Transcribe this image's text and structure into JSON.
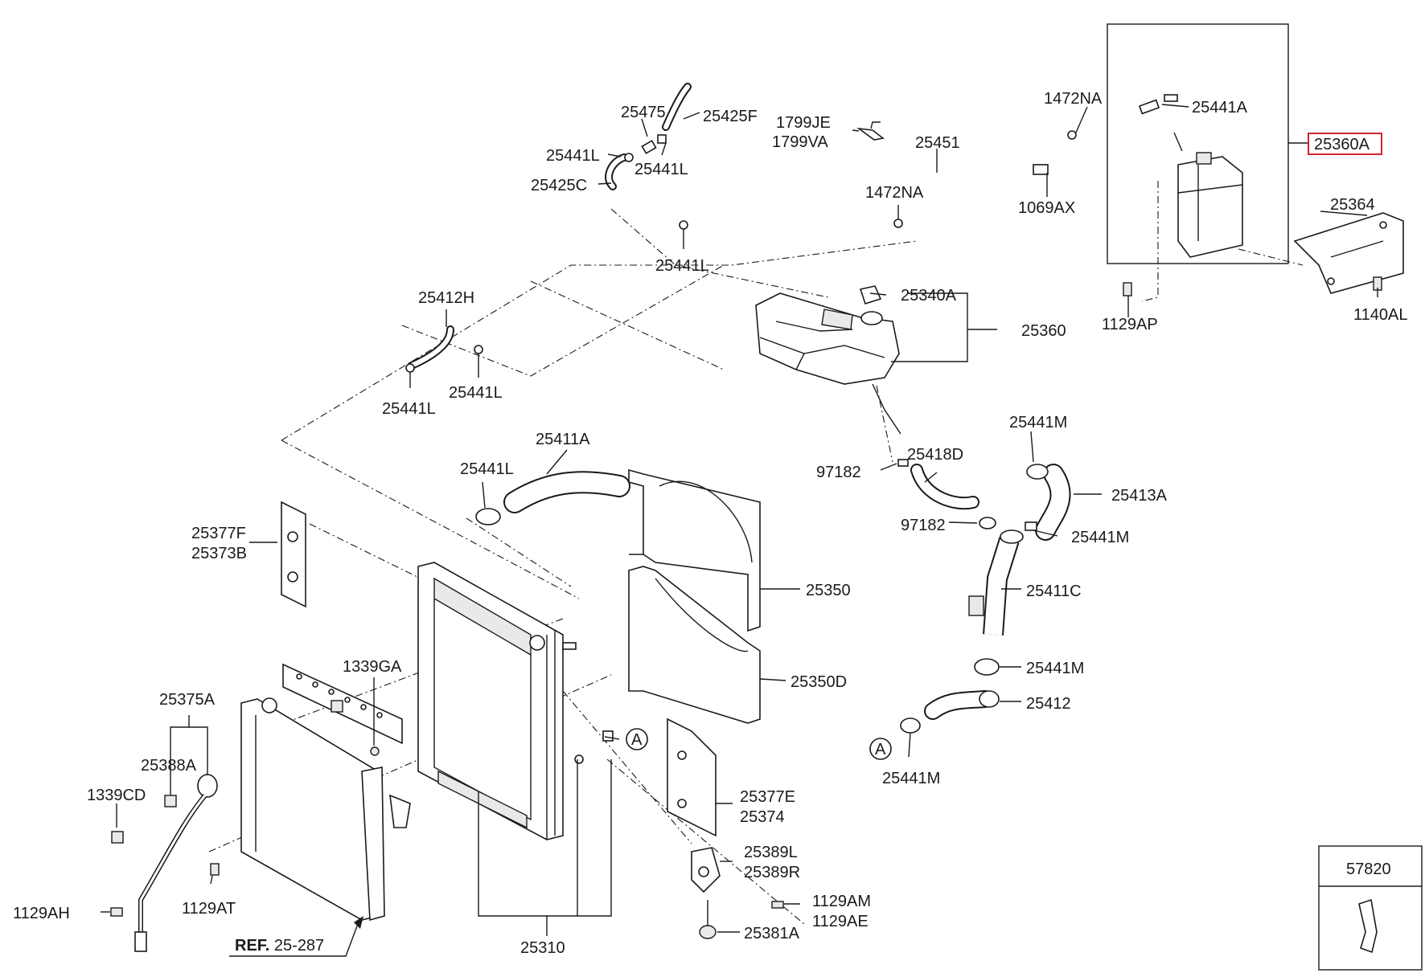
{
  "labels": {
    "p25360A": "25360A",
    "p25441A": "25441A",
    "p1472NA_top": "1472NA",
    "p1799JE": "1799JE",
    "p1799VA": "1799VA",
    "p25451": "25451",
    "p1472NA_mid": "1472NA",
    "p1069AX": "1069AX",
    "p25364": "25364",
    "p1129AP": "1129AP",
    "p1140AL": "1140AL",
    "p25475": "25475",
    "p25425F": "25425F",
    "p25441L_a": "25441L",
    "p25441L_b": "25441L",
    "p25425C": "25425C",
    "p25441L_c": "25441L",
    "p25340A": "25340A",
    "p25360": "25360",
    "p25412H": "25412H",
    "p25441L_d": "25441L",
    "p25441L_e": "25441L",
    "p25441M_a": "25441M",
    "p97182_a": "97182",
    "p25418D": "25418D",
    "p25413A": "25413A",
    "p97182_b": "97182",
    "p25441M_b": "25441M",
    "p25411A": "25411A",
    "p25441L_f": "25441L",
    "p25411C": "25411C",
    "p25377F": "25377F",
    "p25373B": "25373B",
    "p25350": "25350",
    "p25441M_c": "25441M",
    "p25412": "25412",
    "p1339GA": "1339GA",
    "p25350D": "25350D",
    "p25375A": "25375A",
    "p25388A": "25388A",
    "p25441M_d": "25441M",
    "p1339CD": "1339CD",
    "p25377E": "25377E",
    "p25374": "25374",
    "p25389L": "25389L",
    "p25389R": "25389R",
    "p1129AM": "1129AM",
    "p1129AE": "1129AE",
    "p1129AH": "1129AH",
    "p1129AT": "1129AT",
    "p25381A": "25381A",
    "p25310": "25310",
    "p57820": "57820",
    "marker_a1": "A",
    "marker_a2": "A"
  },
  "reference": {
    "prefix": "REF.",
    "value": "25-287"
  },
  "highlight_color": "#d0262e"
}
